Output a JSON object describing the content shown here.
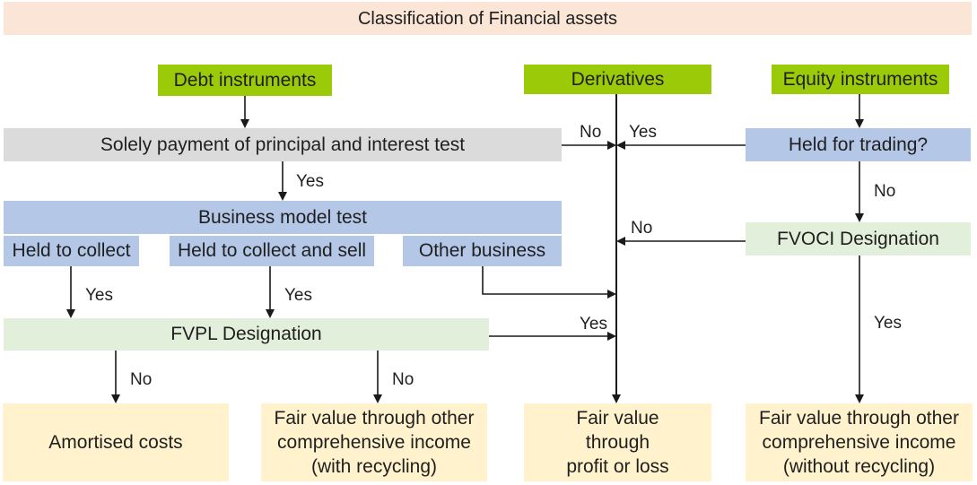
{
  "title": "Classification of Financial assets",
  "palette": {
    "banner": "#FBE5D6",
    "green": "#9BCA08",
    "gray": "#DBDBDB",
    "blue": "#B4C7E7",
    "light_green": "#E2EFDA",
    "yellow": "#FFF2CC",
    "text": "#1F1F1F",
    "line": "#1A1A1A"
  },
  "nodes": {
    "debt_instruments": "Debt instruments",
    "derivatives": "Derivatives",
    "equity_instruments": "Equity instruments",
    "sppi_test": "Solely payment of principal and interest test",
    "held_for_trading": "Held for trading?",
    "business_model_test": "Business model test",
    "held_to_collect": "Held to collect",
    "held_to_collect_and_sell": "Held to collect and sell",
    "other_business": "Other business",
    "fvpl_designation": "FVPL Designation",
    "fvoci_designation": "FVOCI Designation",
    "amortised_costs": "Amortised costs",
    "fvoci_with_recycling": "Fair value through other\ncomprehensive income\n(with recycling)",
    "fvtpl": "Fair value\nthrough\nprofit or loss",
    "fvoci_without_recycling": "Fair value through other\ncomprehensive income\n(without recycling)"
  },
  "edge_labels": {
    "sppi_to_bmt": "Yes",
    "sppi_to_derivatives": "No",
    "hft_to_derivatives": "Yes",
    "fvoci_to_derivatives": "No",
    "hft_to_fvoci": "No",
    "fvoci_to_without_recycling": "Yes",
    "htc_to_fvpl": "Yes",
    "htcs_to_fvpl": "Yes",
    "fvpl_to_fvtpl": "Yes",
    "fvpl_to_amortised": "No",
    "fvpl_to_with_recycling": "No"
  }
}
